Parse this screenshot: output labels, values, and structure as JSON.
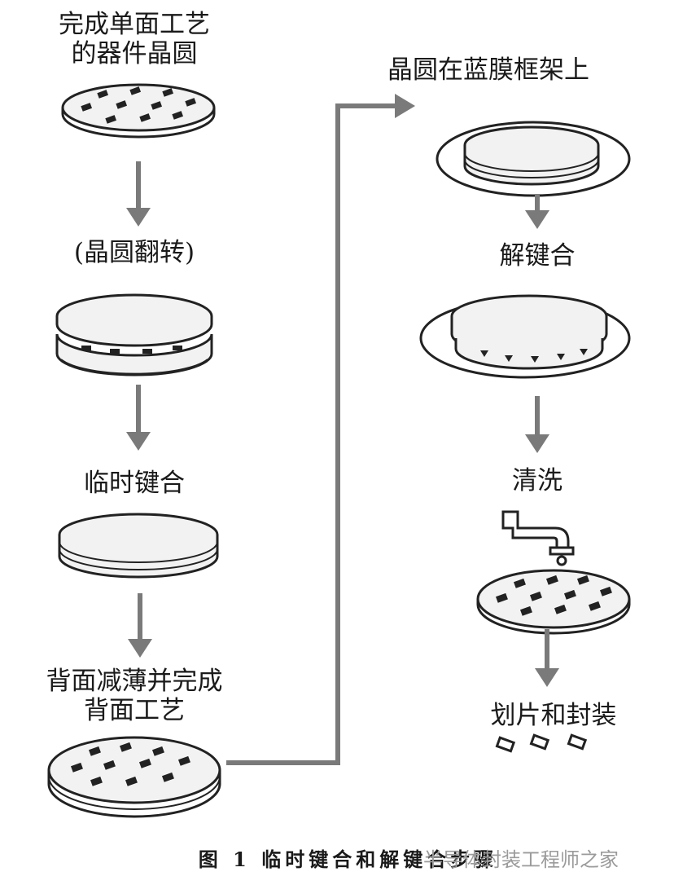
{
  "left_steps": [
    {
      "id": "step1",
      "lines": [
        "完成单面工艺",
        "的器件晶圆"
      ]
    },
    {
      "id": "step2",
      "lines": [
        "(晶圆翻转)"
      ]
    },
    {
      "id": "step3",
      "lines": [
        "临时键合"
      ]
    },
    {
      "id": "step4",
      "lines": [
        "背面减薄并完成",
        "背面工艺"
      ]
    }
  ],
  "right_steps": [
    {
      "id": "step5",
      "lines": [
        "晶圆在蓝膜框架上"
      ]
    },
    {
      "id": "step6",
      "lines": [
        "解键合"
      ]
    },
    {
      "id": "step7",
      "lines": [
        "清洗"
      ]
    },
    {
      "id": "step8",
      "lines": [
        "划片和封装"
      ]
    }
  ],
  "caption": "图 1  临时键合和解键合步骤",
  "watermark": "半导体封装工程师之家",
  "colors": {
    "arrow": "#7a7a7a",
    "stroke": "#222222",
    "fill": "#f2f2f2"
  }
}
